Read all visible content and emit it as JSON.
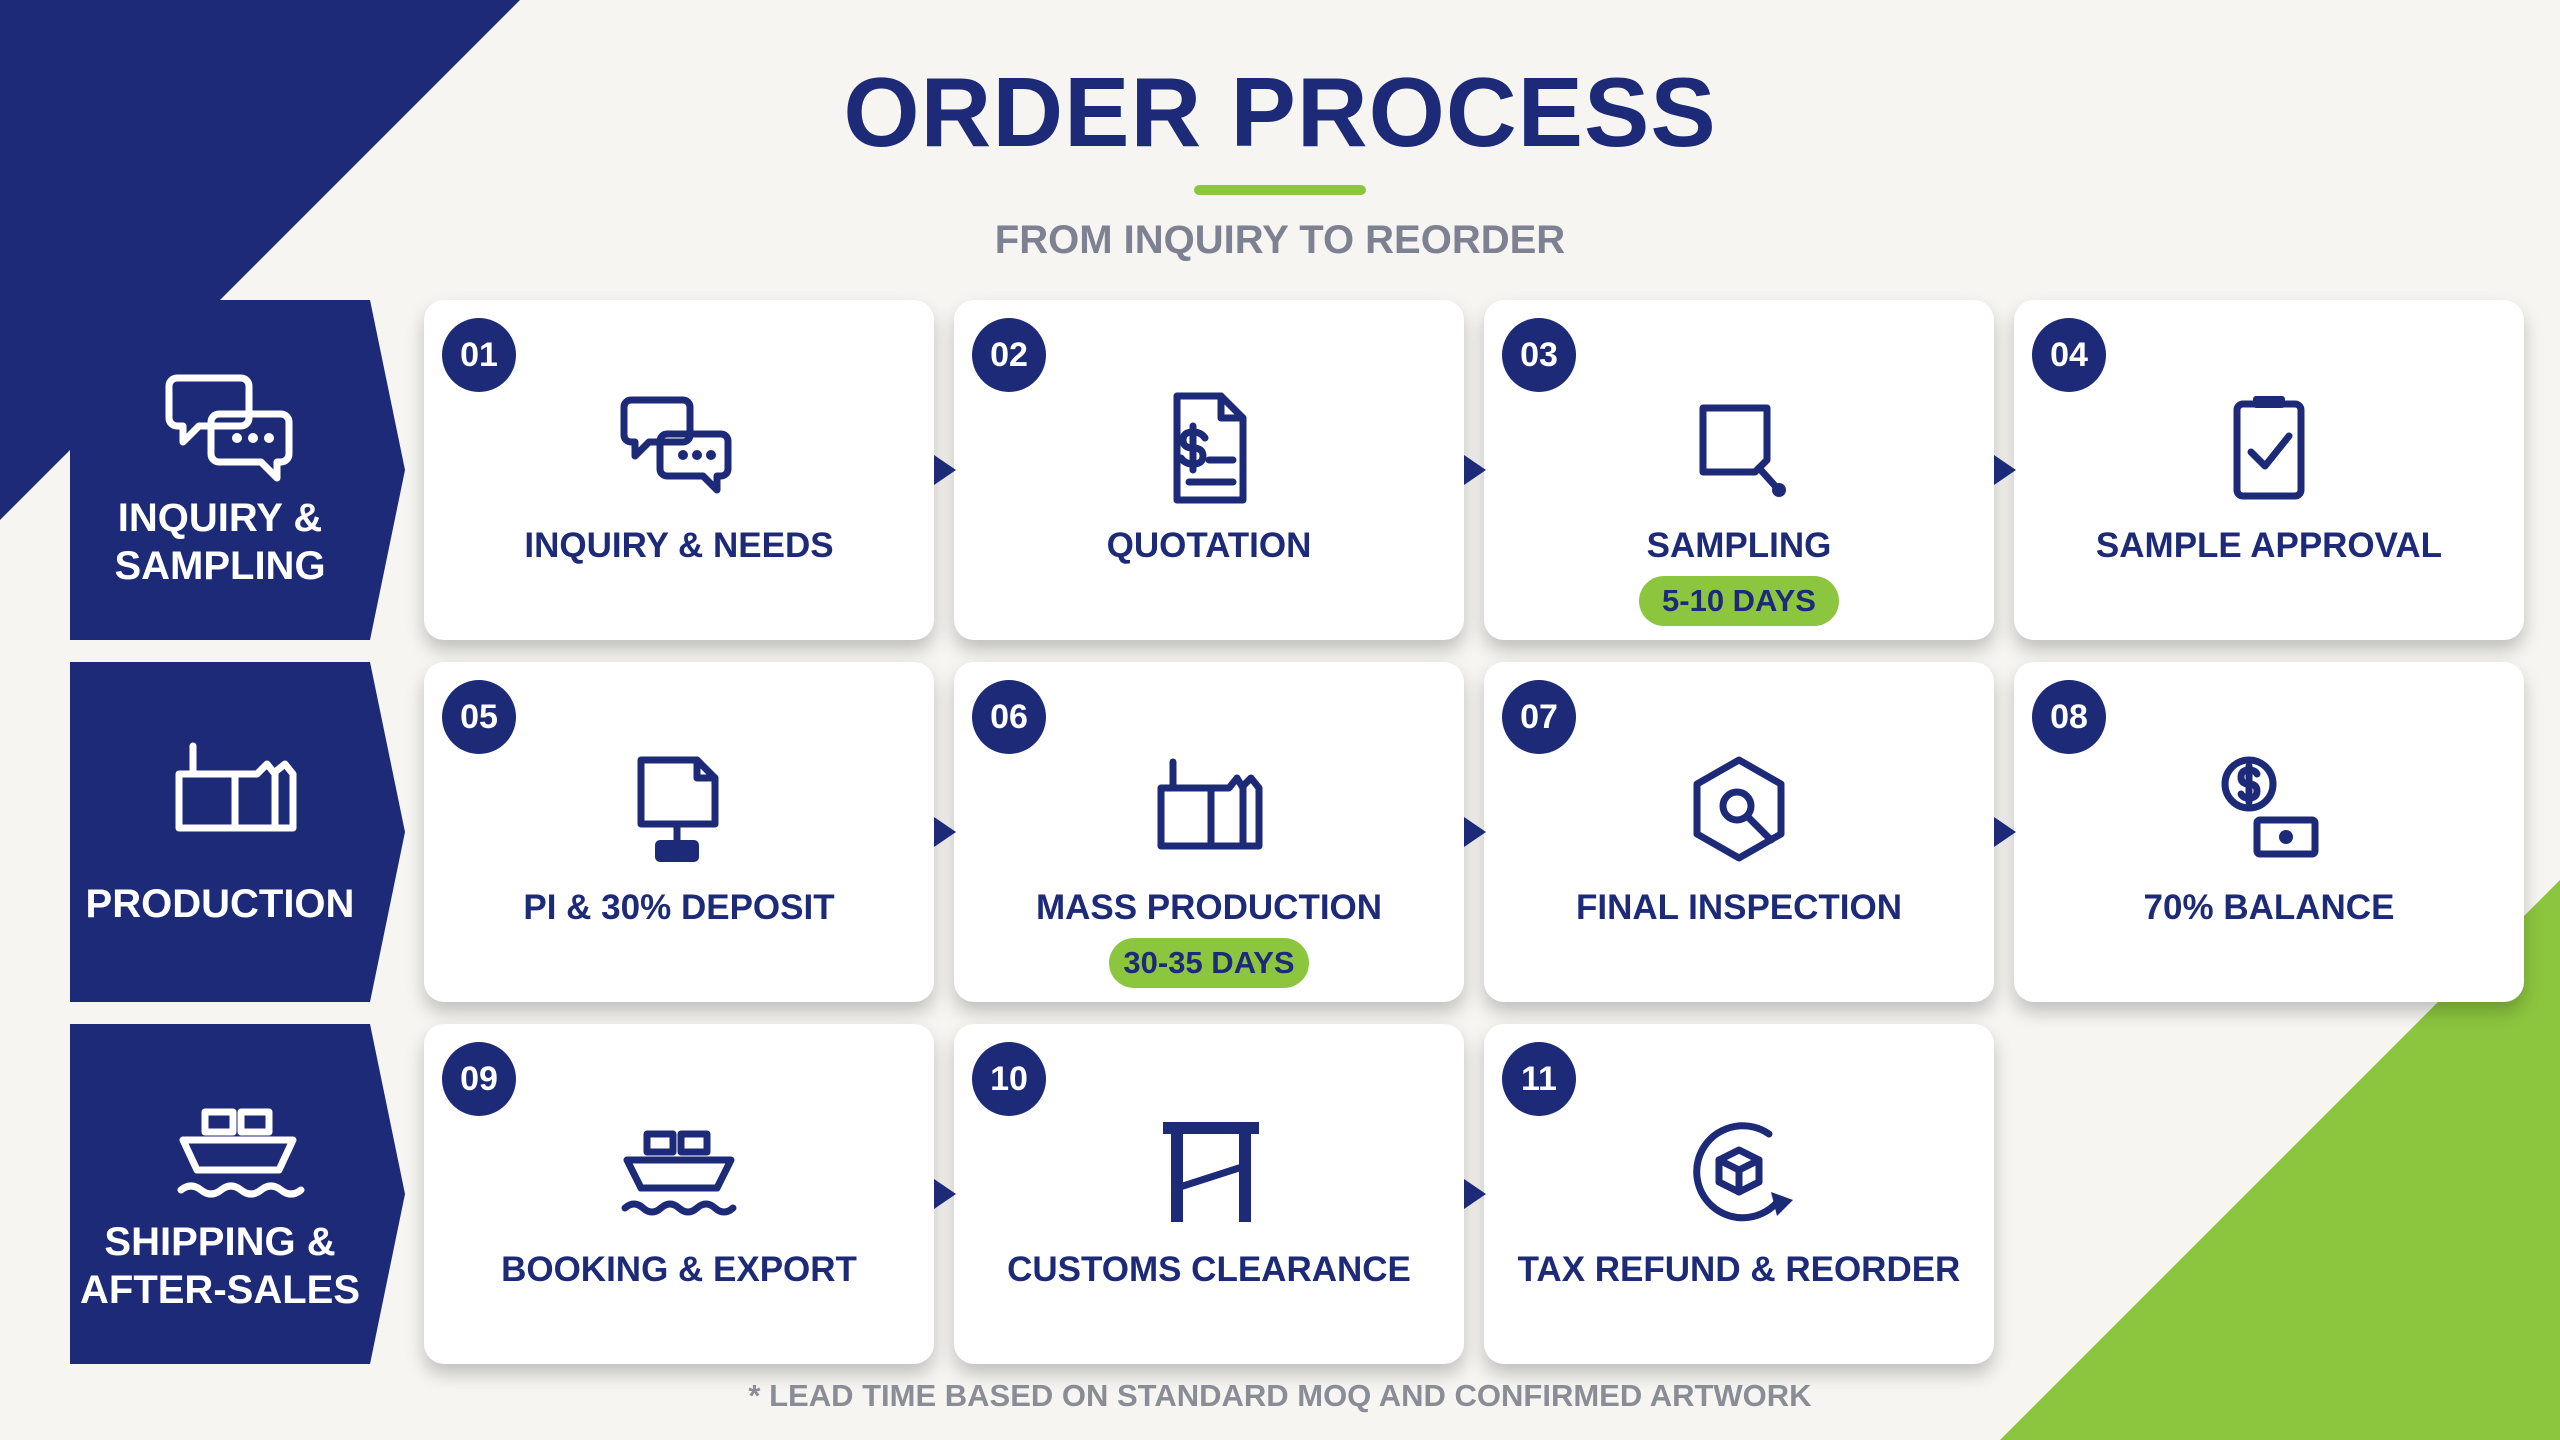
{
  "header": {
    "title": "ORDER PROCESS",
    "subtitle": "FROM INQUIRY TO REORDER"
  },
  "colors": {
    "navy": "#1d2a78",
    "green": "#8cc63f",
    "background": "#f6f5f1",
    "muted_text": "#7d8191"
  },
  "phases": [
    {
      "label": "INQUIRY &\nSAMPLING",
      "icon": "chat-bubbles-icon"
    },
    {
      "label": "PRODUCTION",
      "icon": "factory-icon"
    },
    {
      "label": "SHIPPING &\nAFTER-SALES",
      "icon": "ship-icon"
    }
  ],
  "steps": [
    {
      "number": "01",
      "label": "INQUIRY & NEEDS",
      "icon": "chat-bubbles-icon"
    },
    {
      "number": "02",
      "label": "QUOTATION",
      "icon": "invoice-dollar-icon"
    },
    {
      "number": "03",
      "label": "SAMPLING",
      "icon": "sample-square-icon",
      "badge": "5-10 DAYS"
    },
    {
      "number": "04",
      "label": "SAMPLE APPROVAL",
      "icon": "clipboard-check-icon"
    },
    {
      "number": "05",
      "label": "PI & 30% DEPOSIT",
      "icon": "document-stamp-icon"
    },
    {
      "number": "06",
      "label": "MASS PRODUCTION",
      "icon": "factory-icon",
      "badge": "30-35 DAYS"
    },
    {
      "number": "07",
      "label": "FINAL INSPECTION",
      "icon": "hexagon-magnifier-icon"
    },
    {
      "number": "08",
      "label": "70% BALANCE",
      "icon": "coin-banknote-icon"
    },
    {
      "number": "09",
      "label": "BOOKING & EXPORT",
      "icon": "ship-icon"
    },
    {
      "number": "10",
      "label": "CUSTOMS CLEARANCE",
      "icon": "customs-gate-icon"
    },
    {
      "number": "11",
      "label": "TAX REFUND & REORDER",
      "icon": "box-cycle-icon"
    }
  ],
  "footnote": "* LEAD TIME BASED ON STANDARD MOQ AND CONFIRMED ARTWORK"
}
